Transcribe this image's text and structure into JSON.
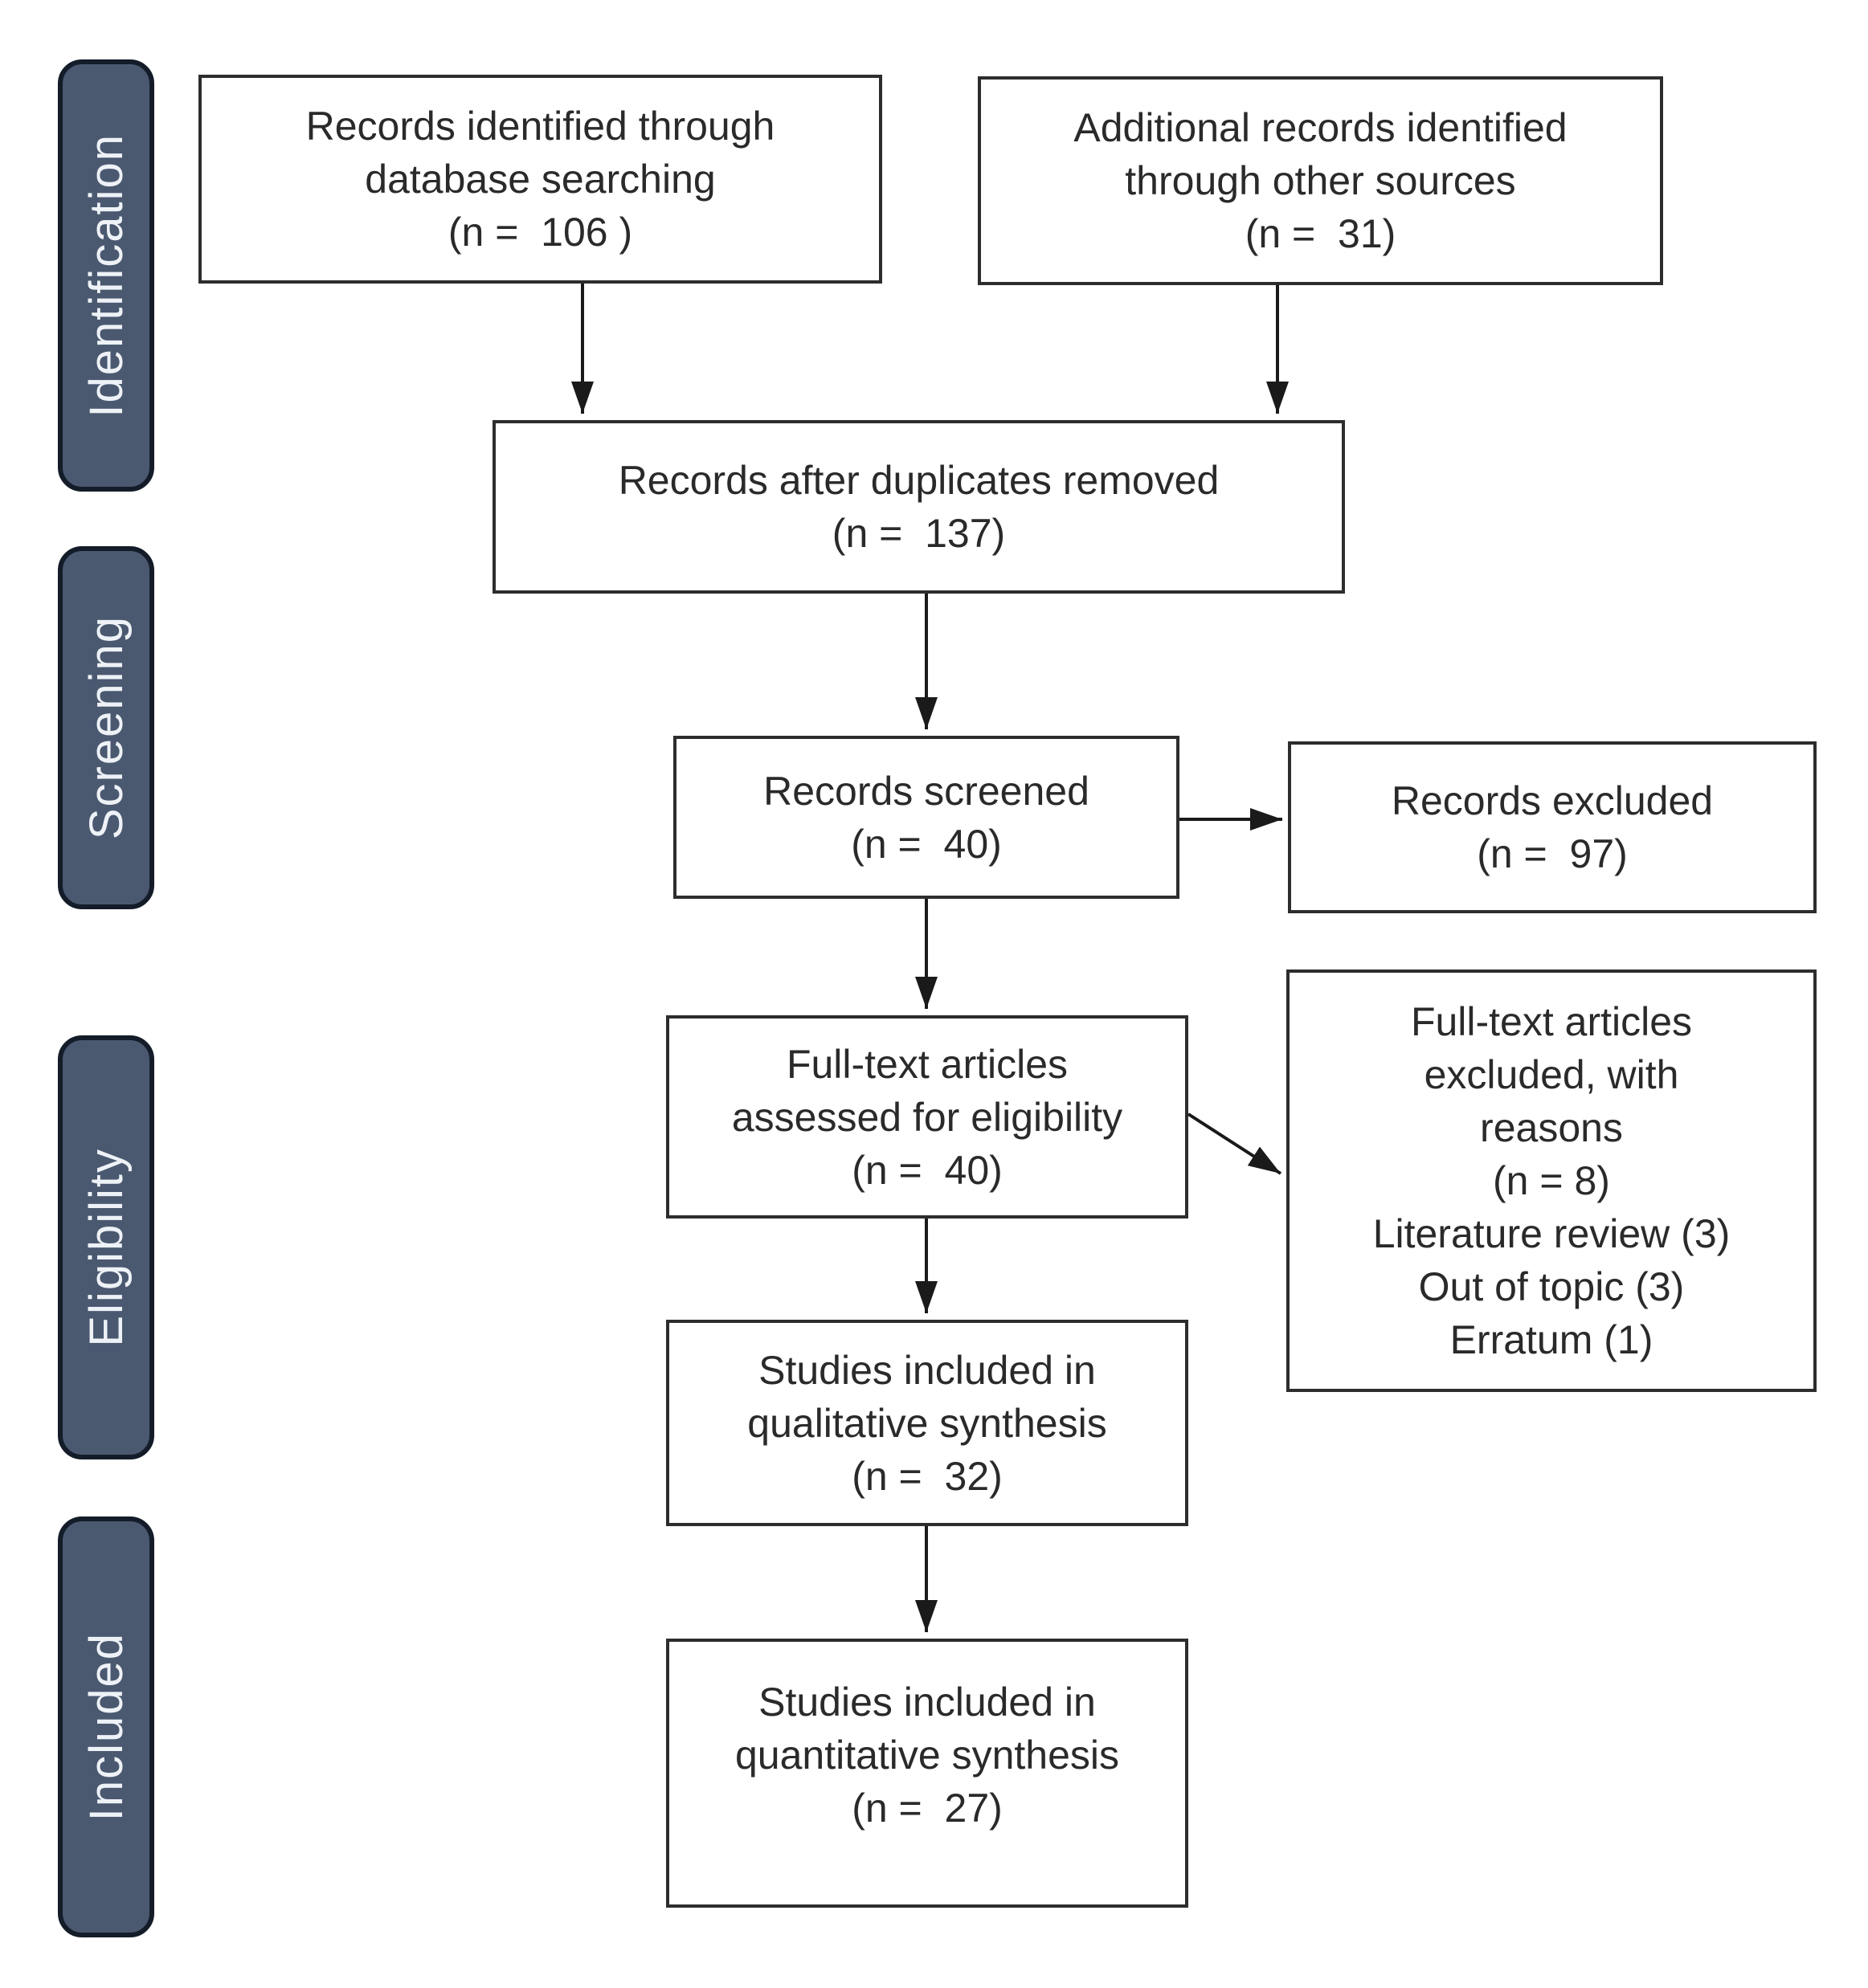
{
  "figure": {
    "kind": "PRISMA flow diagram",
    "background_color": "#ffffff",
    "box_border_color": "#2d2d2d",
    "box_text_color": "#2a2a2a",
    "arrow_color": "#1a1a1a",
    "stage_fill_color": "#4a5970",
    "stage_border_color": "#131c28",
    "stage_text_color": "#eef2f7"
  },
  "stages": [
    {
      "label": "Identification"
    },
    {
      "label": "Screening"
    },
    {
      "label": "Eligibility"
    },
    {
      "label": "Included"
    }
  ],
  "boxes": {
    "records_identified": {
      "text": "Records identified through\ndatabase searching\n(n =  106 )",
      "n": 106
    },
    "additional_records": {
      "text": "Additional records identified\nthrough other sources\n(n =  31)",
      "n": 31
    },
    "duplicates_removed": {
      "text": "Records after duplicates removed\n(n =  137)",
      "n": 137
    },
    "records_screened": {
      "text": "Records screened\n(n =  40)",
      "n": 40
    },
    "records_excluded": {
      "text": "Records excluded\n(n =  97)",
      "n": 97
    },
    "fulltext_assessed": {
      "text": "Full-text articles\nassessed for eligibility\n(n =  40)",
      "n": 40
    },
    "fulltext_excluded": {
      "text": "Full-text articles\nexcluded, with\nreasons\n(n = 8)\nLiterature review (3)\nOut of topic (3)\nErratum (1)",
      "n": 8
    },
    "qualitative": {
      "text": "Studies included in\nqualitative synthesis\n(n =  32)",
      "n": 32
    },
    "quantitative": {
      "text": "Studies included in\nquantitative synthesis\n(n =  27)",
      "n": 27
    }
  }
}
